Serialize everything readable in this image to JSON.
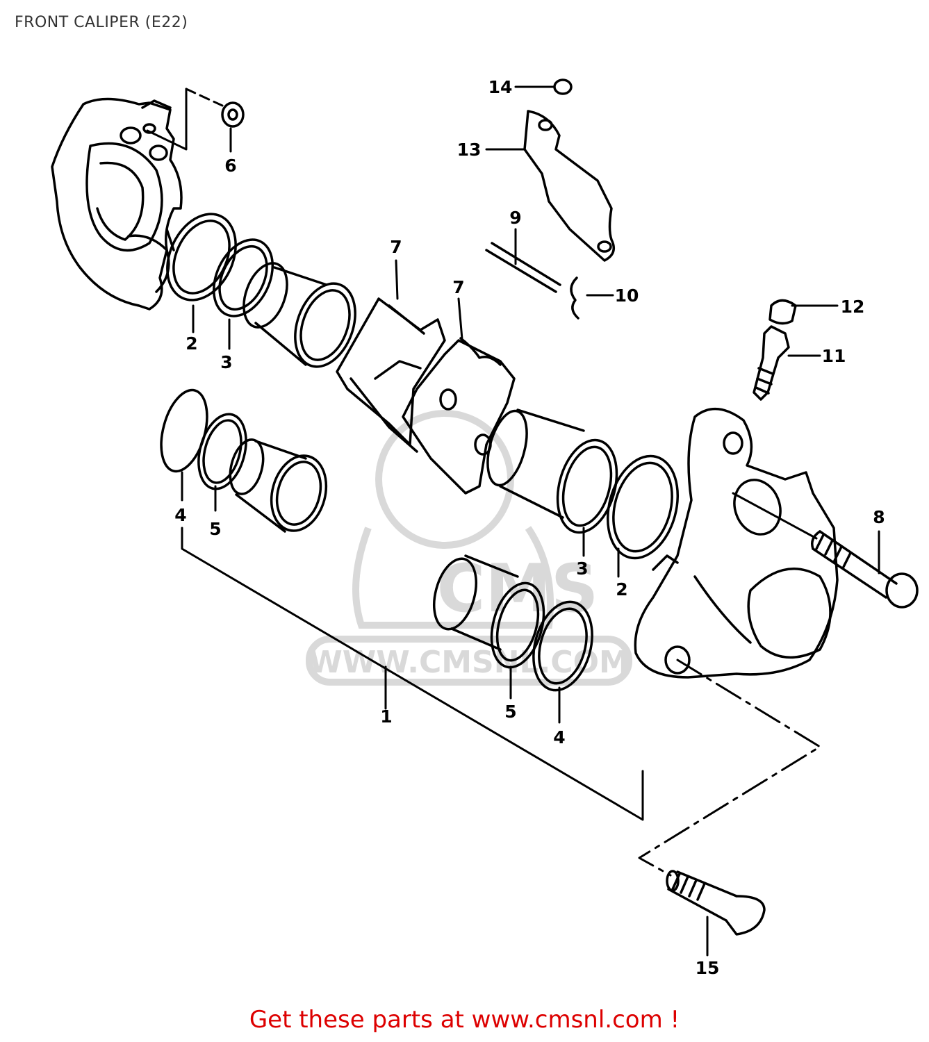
{
  "title": "FRONT CALIPER (E22)",
  "footer": "Get these parts at www.cmsnl.com !",
  "colors": {
    "ink": "#000000",
    "footer": "#dd0000",
    "watermark": "#d9d9d9",
    "title": "#333333"
  },
  "watermark": {
    "logo": "CMS",
    "url": "WWW.CMSNL.COM"
  },
  "parts": {
    "p1": "1",
    "p2a": "2",
    "p2b": "2",
    "p3a": "3",
    "p3b": "3",
    "p4a": "4",
    "p4b": "4",
    "p5a": "5",
    "p5b": "5",
    "p6": "6",
    "p7a": "7",
    "p7b": "7",
    "p8": "8",
    "p9": "9",
    "p10": "10",
    "p11": "11",
    "p12": "12",
    "p13": "13",
    "p14": "14",
    "p15": "15"
  }
}
